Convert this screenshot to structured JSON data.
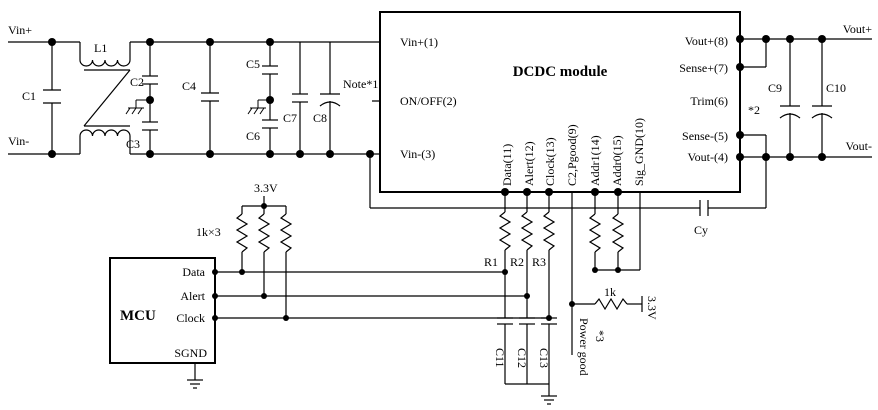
{
  "io": {
    "vin_plus": "Vin+",
    "vin_minus": "Vin-",
    "vout_plus": "Vout+",
    "vout_minus": "Vout-"
  },
  "module": {
    "title": "DCDC module",
    "pins_left": [
      "Vin+(1)",
      "ON/OFF(2)",
      "Vin-(3)"
    ],
    "pins_right": [
      "Vout+(8)",
      "Sense+(7)",
      "Trim(6)",
      "Sense-(5)",
      "Vout-(4)"
    ],
    "pins_bottom": [
      "Data(11)",
      "Alert(12)",
      "Clock(13)",
      "C2,Pgood(9)",
      "Addr1(14)",
      "Addr0(15)",
      "Sig_GND(10)"
    ]
  },
  "components": {
    "L1": "L1",
    "C1": "C1",
    "C2": "C2",
    "C3": "C3",
    "C4": "C4",
    "C5": "C5",
    "C6": "C6",
    "C7": "C7",
    "C8": "C8",
    "C9": "C9",
    "C10": "C10",
    "C11": "C11",
    "C12": "C12",
    "C13": "C13",
    "R1": "R1",
    "R2": "R2",
    "R3": "R3",
    "Cy": "Cy"
  },
  "notes": {
    "note1": "Note*1",
    "note2": "*2",
    "note3": "*3",
    "power_good": "Power good"
  },
  "pullups": {
    "supply": "3.3V",
    "value": "1k×3"
  },
  "pgood_pullup": {
    "value": "1k",
    "supply": "3.3V"
  },
  "mcu": {
    "title": "MCU",
    "pins": [
      "Data",
      "Alert",
      "Clock"
    ],
    "gnd": "SGND"
  }
}
